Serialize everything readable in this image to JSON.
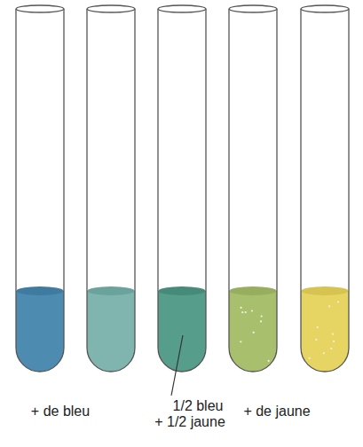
{
  "diagram": {
    "labels": [
      "+ de bleu",
      "1/2 bleu + 1/2 jaune",
      "+ de jaune"
    ]
  }
}
